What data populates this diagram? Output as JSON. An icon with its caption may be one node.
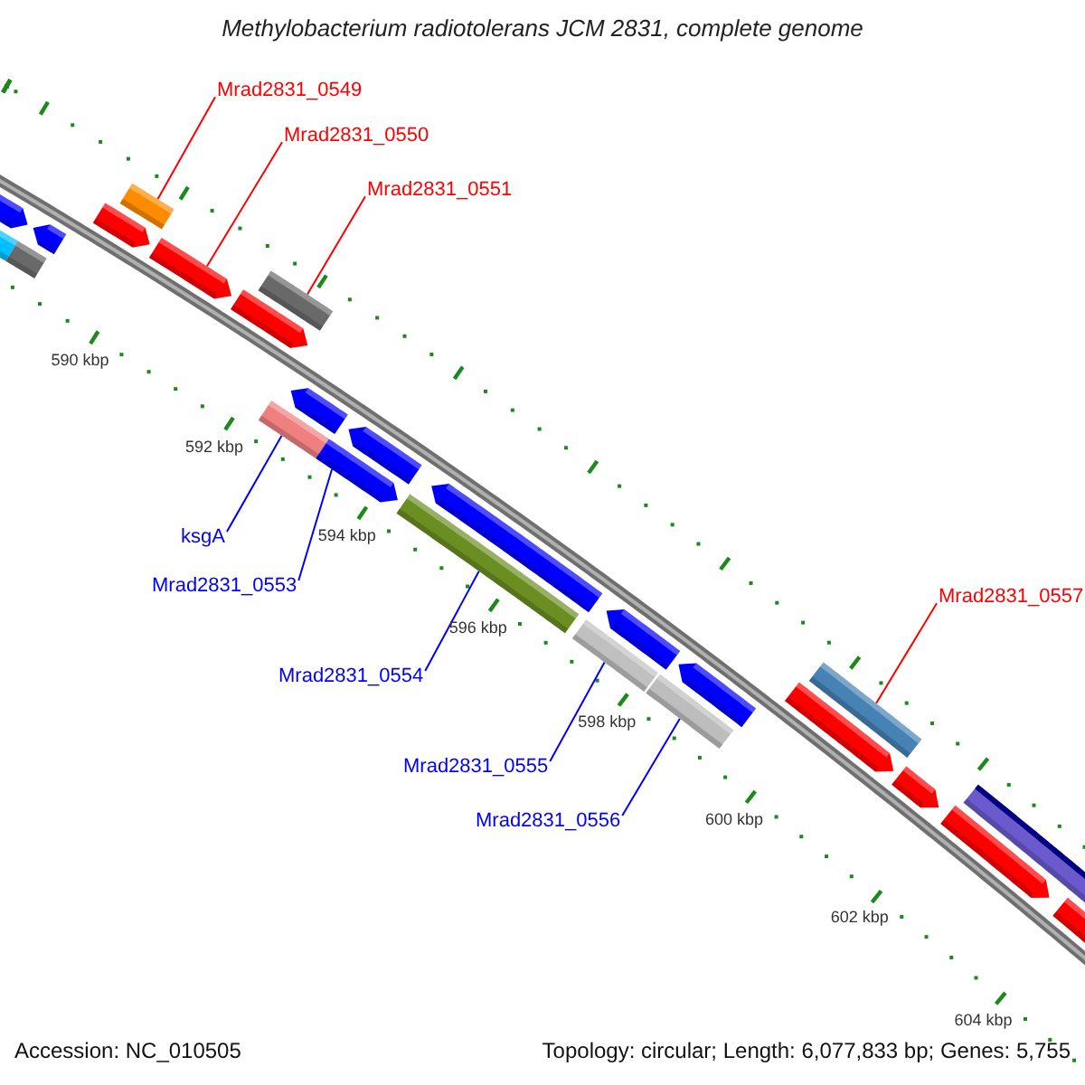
{
  "diagram": {
    "title": "Methylobacterium radiotolerans JCM 2831, complete genome",
    "nodes": [
      {
        "text": [
          "Mrad2831_0549"
        ]
      },
      {
        "text": [],
        "shape": "bar"
      },
      {
        "text": [
          "Mrad2831_0550"
        ]
      },
      {
        "text": [],
        "shape": "bar"
      },
      {
        "text": [
          "Mrad2831_0551"
        ]
      },
      {
        "text": [],
        "shape": "bar"
      },
      {
        "text": [
          "ksgA"
        ]
      },
      {
        "text": [],
        "shape": "bar"
      },
      {
        "text": [
          "Mrad2831_0553"
        ]
      },
      {
        "text": [],
        "shape": "bar"
      },
      {
        "text": [
          "Mrad2831_0554"
        ]
      },
      {
        "text": [],
        "shape": "bar"
      },
      {
        "text": [
          "Mrad2831_0555"
        ]
      },
      {
        "text": [],
        "shape": "bar"
      },
      {
        "text": [
          "Mrad2831_0556"
        ]
      },
      {
        "text": [],
        "shape": "bar"
      },
      {
        "text": [
          "Mrad2831_0557"
        ]
      },
      {
        "text": [],
        "shape": "bar"
      },
      {
        "text": [],
        "shape": "bar"
      },
      {
        "text": [],
        "shape": "bar"
      },
      {
        "text": [],
        "shape": "bar"
      },
      {
        "text": [],
        "shape": "bar"
      },
      {
        "text": [],
        "shape": "bar"
      },
      {
        "text": [],
        "shape": "bar"
      },
      {
        "text": [],
        "shape": "bar"
      },
      {
        "text": [],
        "shape": "bar"
      },
      {
        "text": [],
        "shape": "bar"
      },
      {
        "text": [],
        "shape": "bar"
      },
      {
        "text": [],
        "shape": "bar"
      },
      {
        "text": [],
        "shape": "bar"
      },
      {
        "text": [],
        "shape": "bar"
      },
      {
        "text": [],
        "shape": "bar"
      },
      {
        "text": [],
        "shape": "bar"
      },
      {
        "text": [],
        "shape": "bar"
      }
    ],
    "edges": [
      {
        "from": 0,
        "to": 1,
        "arrow": "none",
        "color": "#ff0000"
      },
      {
        "from": 2,
        "to": 3,
        "arrow": "none",
        "color": "#ff0000"
      },
      {
        "from": 4,
        "to": 5,
        "arrow": "none",
        "color": "#ff0000"
      },
      {
        "from": 6,
        "to": 7,
        "arrow": "none"
      },
      {
        "from": 8,
        "to": 9,
        "arrow": "none"
      },
      {
        "from": 10,
        "to": 11,
        "arrow": "none"
      },
      {
        "from": 12,
        "to": 13,
        "arrow": "none"
      },
      {
        "from": 14,
        "to": 15,
        "arrow": "none"
      },
      {
        "from": 16,
        "to": 17,
        "arrow": "none",
        "color": "#ff0000"
      }
    ],
    "labels": [
      "590 kbp",
      "592 kbp",
      "594 kbp",
      "596 kbp",
      "598 kbp",
      "600 kbp",
      "602 kbp",
      "604 kbp",
      "Accession: NC_010505",
      "Topology: circular; Length: 6,077,833 bp; Genes: 5,755"
    ]
  }
}
